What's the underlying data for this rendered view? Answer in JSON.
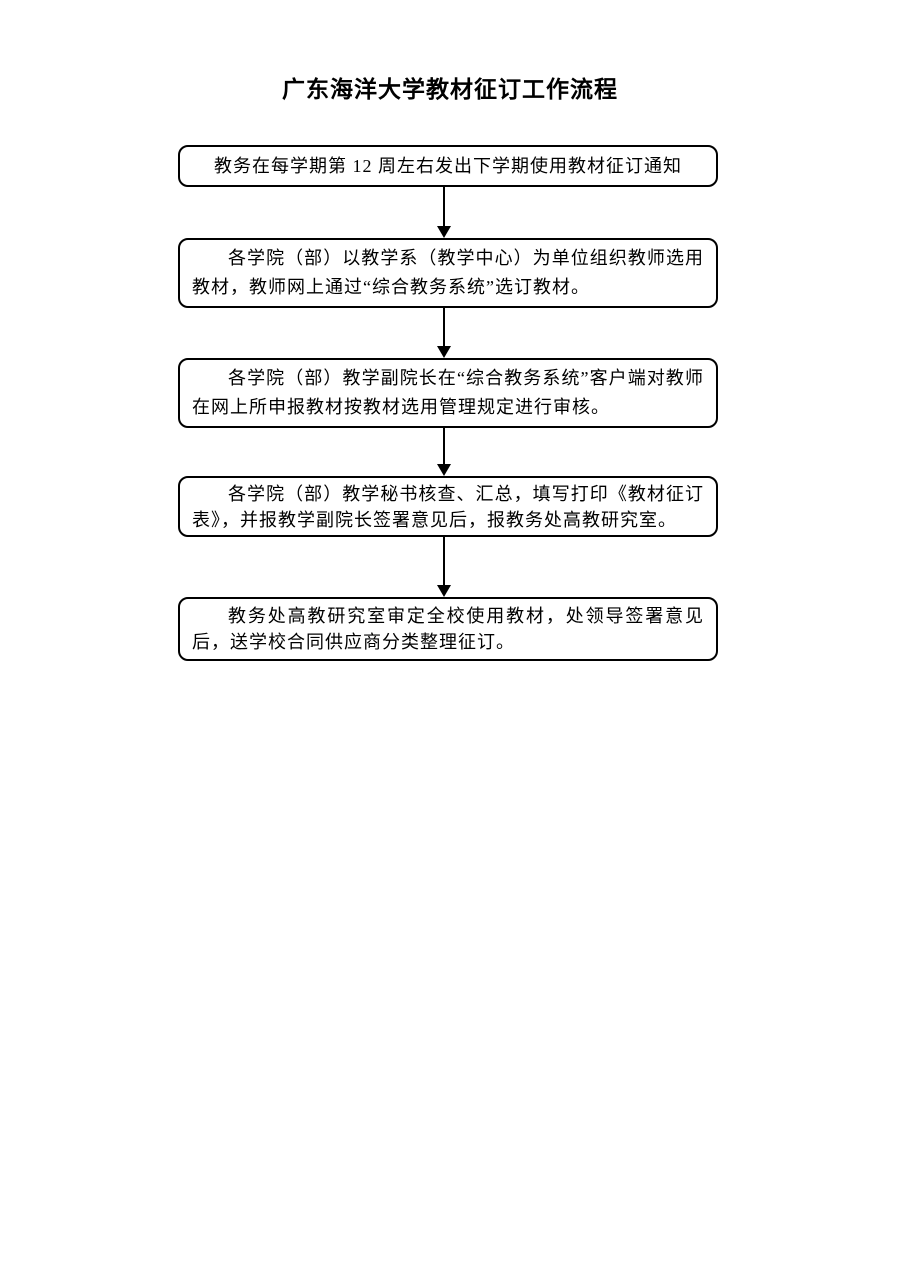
{
  "page": {
    "title": "广东海洋大学教材征订工作流程"
  },
  "colors": {
    "background": "#ffffff",
    "text": "#000000",
    "box_border": "#000000",
    "arrow": "#000000"
  },
  "icons": {
    "connector": "down-arrow"
  },
  "flowchart": {
    "steps": [
      {
        "text": "教务在每学期第 12 周左右发出下学期使用教材征订通知"
      },
      {
        "text": "各学院（部）以教学系（教学中心）为单位组织教师选用教材，教师网上通过“综合教务系统”选订教材。"
      },
      {
        "text": "各学院（部）教学副院长在“综合教务系统”客户端对教师在网上所申报教材按教材选用管理规定进行审核。"
      },
      {
        "text": "各学院（部）教学秘书核查、汇总，填写打印《教材征订表》，并报教学副院长签署意见后，报教务处高教研究室。"
      },
      {
        "text": "教务处高教研究室审定全校使用教材，处领导签署意见后，送学校合同供应商分类整理征订。"
      }
    ]
  }
}
